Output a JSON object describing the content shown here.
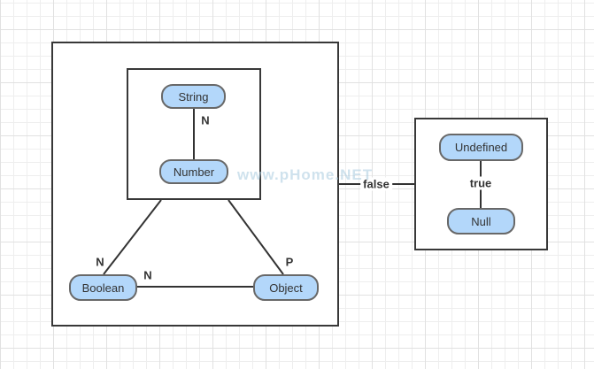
{
  "diagram": {
    "type": "node-link-diagram",
    "containers": [
      {
        "id": "left-group",
        "contains": [
          "inner-group",
          "Boolean",
          "Object"
        ]
      },
      {
        "id": "inner-group",
        "contains": [
          "String",
          "Number"
        ]
      },
      {
        "id": "right-group",
        "contains": [
          "Undefined",
          "Null"
        ]
      }
    ],
    "nodes": [
      {
        "id": "string",
        "label": "String"
      },
      {
        "id": "number",
        "label": "Number"
      },
      {
        "id": "boolean",
        "label": "Boolean"
      },
      {
        "id": "object",
        "label": "Object"
      },
      {
        "id": "undefined",
        "label": "Undefined"
      },
      {
        "id": "null",
        "label": "Null"
      }
    ],
    "edges": [
      {
        "from": "String",
        "to": "Number",
        "label": "N"
      },
      {
        "from": "inner-group",
        "to": "Boolean",
        "label": "N"
      },
      {
        "from": "inner-group",
        "to": "Object",
        "label": "P"
      },
      {
        "from": "Boolean",
        "to": "Object",
        "label": "N"
      },
      {
        "from": "left-group",
        "to": "right-group",
        "label": "false"
      },
      {
        "from": "Undefined",
        "to": "Null",
        "label": "true"
      }
    ]
  },
  "watermark": {
    "text": "www.pHome.NET"
  },
  "colors": {
    "node_fill": "#b3d7fa",
    "node_border": "#686868",
    "box_border": "#383838",
    "edge_stroke": "#333333",
    "label_text": "#333333",
    "grid_minor": "#eeeeee",
    "grid_major": "#e1e1e1",
    "watermark": "rgba(168,202,223,0.55)"
  }
}
